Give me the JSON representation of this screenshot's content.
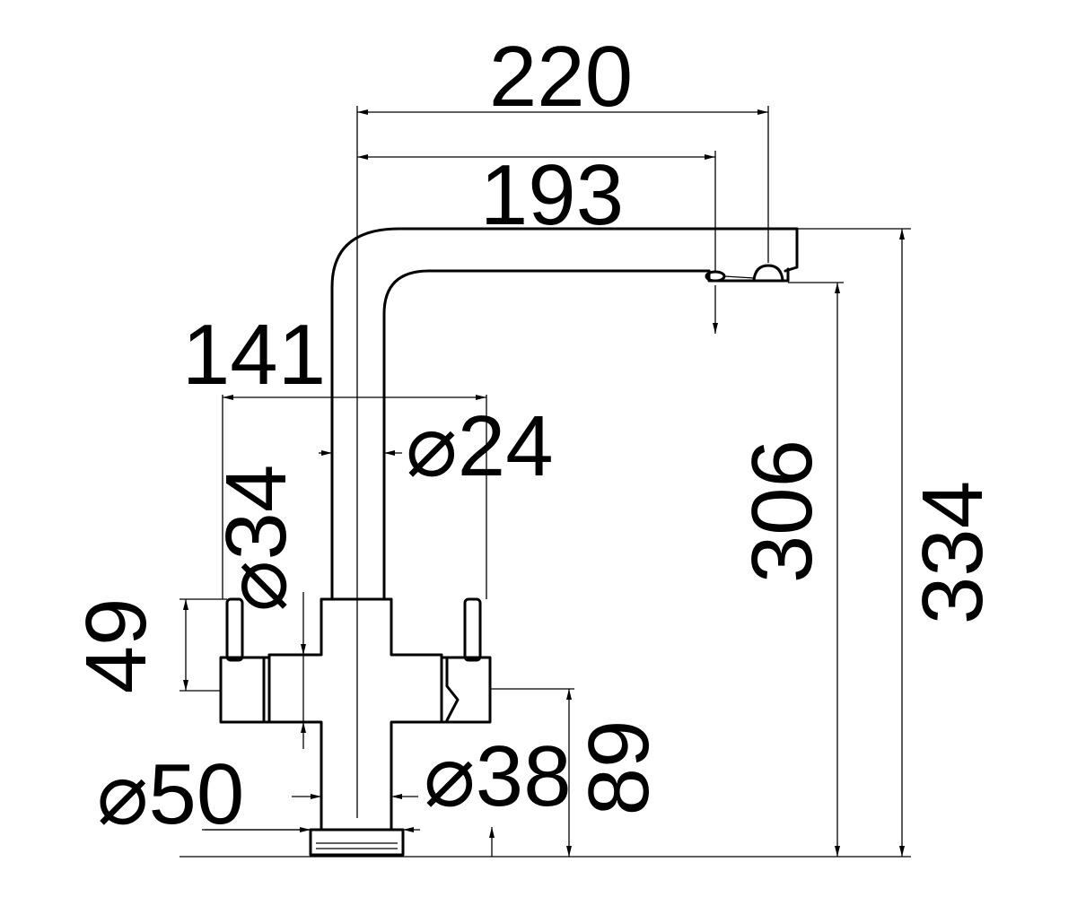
{
  "dimensions": {
    "overall_width": "220",
    "spout_reach": "193",
    "handle_span": "141",
    "tube_diameter": "⌀24",
    "handle_diameter": "⌀34",
    "handle_height": "49",
    "base_diameter": "⌀50",
    "body_diameter": "⌀38",
    "body_height": "89",
    "spout_height": "306",
    "overall_height": "334"
  },
  "colors": {
    "line": "#000000",
    "background": "#ffffff"
  }
}
